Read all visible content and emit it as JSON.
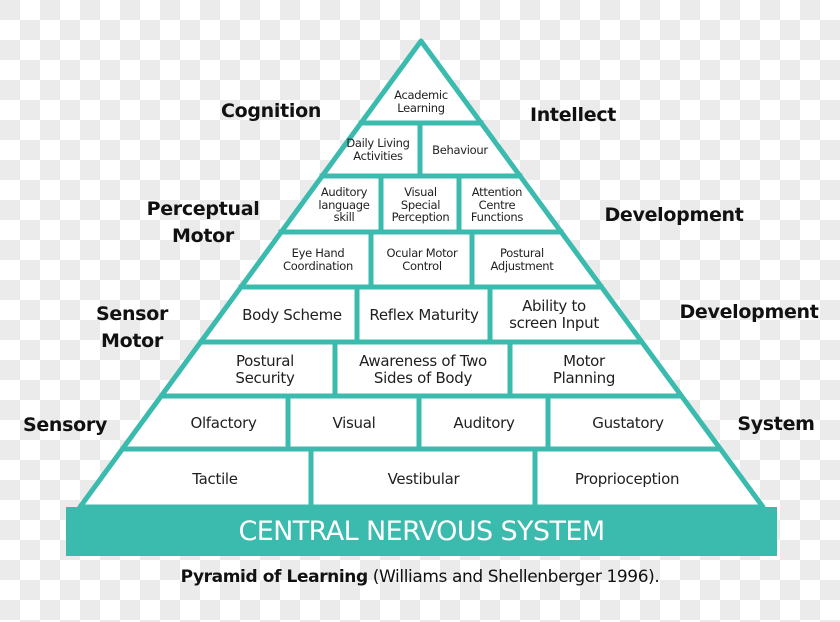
{
  "diagram": {
    "title": "Pyramid of Learning",
    "colors": {
      "accent": "#3bbbae",
      "text": "#1f1f1f",
      "cell_fill": "#ffffff"
    },
    "levels": [
      {
        "cells": [
          "Academic\nLearning"
        ]
      },
      {
        "cells": [
          "Daily Living\nActivities",
          "Behaviour"
        ]
      },
      {
        "cells": [
          "Auditory\nlanguage\nskill",
          "Visual\nSpecial\nPerception",
          "Attention\nCentre\nFunctions"
        ]
      },
      {
        "cells": [
          "Eye Hand\nCoordination",
          "Ocular Motor\nControl",
          "Postural\nAdjustment"
        ]
      },
      {
        "cells": [
          "Body Scheme",
          "Reflex Maturity",
          "Ability to\nscreen Input"
        ]
      },
      {
        "cells": [
          "Postural\nSecurity",
          "Awareness of Two\nSides of Body",
          "Motor\nPlanning"
        ]
      },
      {
        "cells": [
          "Olfactory",
          "Visual",
          "Auditory",
          "Gustatory"
        ]
      },
      {
        "cells": [
          "Tactile",
          "Vestibular",
          "Proprioception"
        ]
      }
    ],
    "base_label": "CENTRAL NERVOUS SYSTEM",
    "left_labels": [
      "Cognition",
      "Perceptual\nMotor",
      "Sensor\nMotor",
      "Sensory"
    ],
    "right_labels": [
      "Intellect",
      "Development",
      "Development",
      "System"
    ]
  },
  "caption": {
    "bold": "Pyramid of Learning",
    "rest": " (Williams and Shellenberger 1996)."
  }
}
